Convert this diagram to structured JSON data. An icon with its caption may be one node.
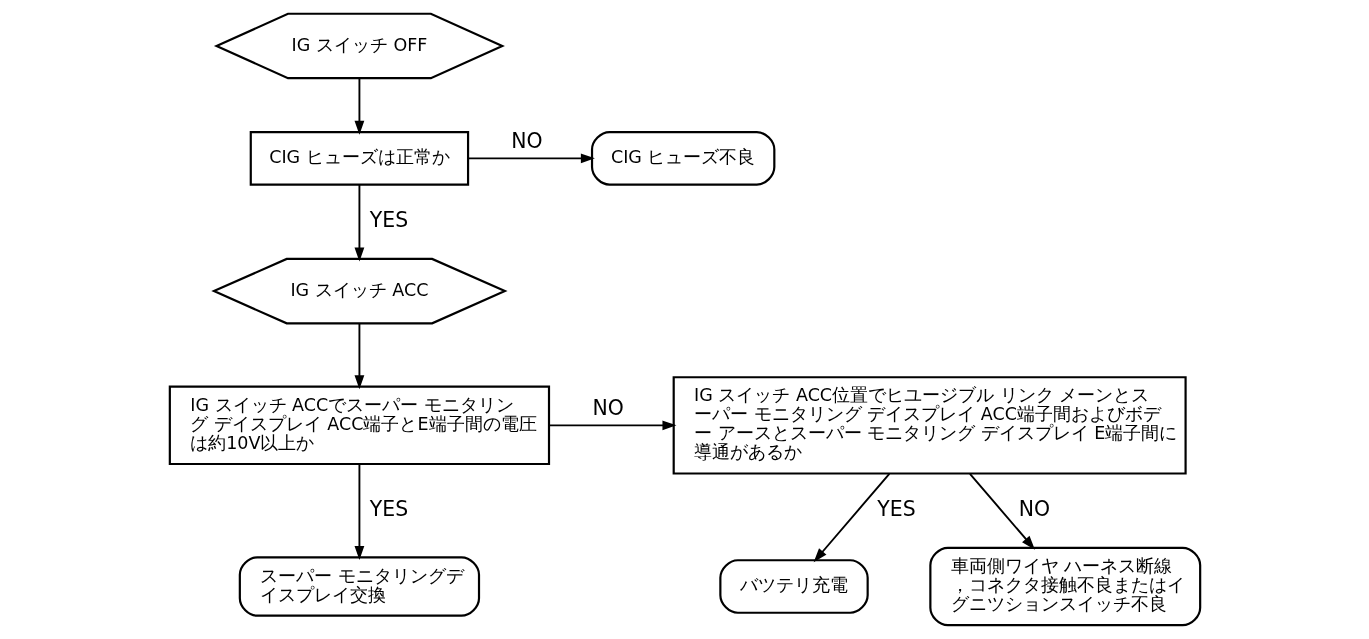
{
  "diagram": {
    "nodes": [
      {
        "text": [
          "IG スイッチ OFF"
        ]
      },
      {
        "text": [
          "CIG ヒューズは正常か"
        ]
      },
      {
        "text": [
          "CIG ヒューズ不良"
        ]
      },
      {
        "text": [
          "IG スイッチ ACC"
        ]
      },
      {
        "text": [
          "IG スイッチ ACCでスーパー モニタリング デイスプレイ ACC端子とE端子間の電圧は約10V以上か"
        ]
      },
      {
        "text": [
          "スーパー モニタリングデイスプレイ交換"
        ]
      },
      {
        "text": [
          "IG スイッチ ACC位置でヒユージブル リンク メーンとスーパー モニタリング デイスプレイ ACC端子間およびボデー アースとスーパー モニタリング デイスプレイ E端子間に導通があるか"
        ]
      },
      {
        "text": [
          "バツテリ充電"
        ]
      },
      {
        "text": [
          "車両側ワイヤ ハーネス断線，コネクタ接触不良またはイグニツションスイッチ不良"
        ]
      }
    ],
    "edges": [
      {
        "from": 0,
        "to": 1,
        "arrow": "to"
      },
      {
        "from": 1,
        "to": 2,
        "arrow": "to",
        "label": "NO"
      },
      {
        "from": 1,
        "to": 3,
        "arrow": "to",
        "label": "YES"
      },
      {
        "from": 3,
        "to": 4,
        "arrow": "to"
      },
      {
        "from": 4,
        "to": 6,
        "arrow": "to",
        "label": "NO"
      },
      {
        "from": 4,
        "to": 5,
        "arrow": "to",
        "label": "YES"
      },
      {
        "from": 6,
        "to": 7,
        "arrow": "to",
        "label": "YES"
      },
      {
        "from": 6,
        "to": 8,
        "arrow": "to",
        "label": "NO"
      }
    ]
  }
}
